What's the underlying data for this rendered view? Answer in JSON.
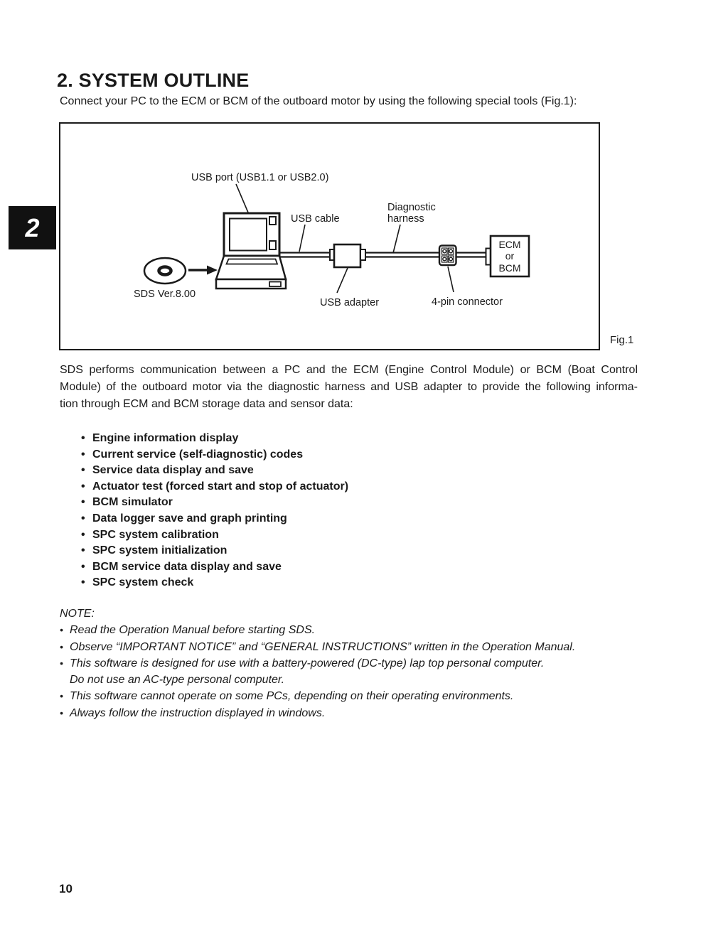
{
  "page": {
    "number": "10",
    "ink_color": "#1a1a1a",
    "background_color": "#ffffff"
  },
  "chapter_tab": {
    "label": "2",
    "background_color": "#111111",
    "text_color": "#ffffff"
  },
  "heading": {
    "title": "2. SYSTEM OUTLINE"
  },
  "intro": {
    "text": "Connect your PC to the ECM or BCM of the outboard motor by using the following special tools (Fig.1):"
  },
  "figure": {
    "caption": "Fig.1",
    "labels": {
      "usb_port": "USB port (USB1.1 or USB2.0)",
      "usb_cable": "USB cable",
      "diagnostic_line1": "Diagnostic",
      "diagnostic_line2": "harness",
      "sds_version": "SDS Ver.8.00",
      "usb_adapter": "USB adapter",
      "four_pin": "4-pin connector",
      "ecm_line1": "ECM",
      "ecm_line2": "or",
      "ecm_line3": "BCM"
    }
  },
  "paragraph": {
    "line1": "SDS performs communication between a PC and the ECM (Engine Control Module) or BCM (Boat Control",
    "line2": "Module) of the outboard motor via the diagnostic harness and USB adapter to provide the following informa-",
    "line3": "tion through ECM and BCM storage data and sensor data:"
  },
  "features": {
    "bullet": "•",
    "items": [
      "Engine information display",
      "Current service (self-diagnostic) codes",
      "Service data display and save",
      "Actuator test (forced start and stop of actuator)",
      "BCM simulator",
      "Data logger save and graph printing",
      "SPC system calibration",
      "SPC system initialization",
      "BCM service data display and save",
      "SPC system check"
    ]
  },
  "notes": {
    "heading": "NOTE:",
    "bullet": "•",
    "items": [
      "Read the Operation Manual before starting SDS.",
      "Observe “IMPORTANT NOTICE” and “GENERAL INSTRUCTIONS” written in the Operation Manual.",
      "This software is designed for use with a battery-powered (DC-type) lap top personal computer.",
      "This software cannot operate on some PCs, depending on their operating environments.",
      "Always follow the instruction displayed in windows."
    ],
    "item3_continuation": "Do not use an AC-type personal computer."
  }
}
